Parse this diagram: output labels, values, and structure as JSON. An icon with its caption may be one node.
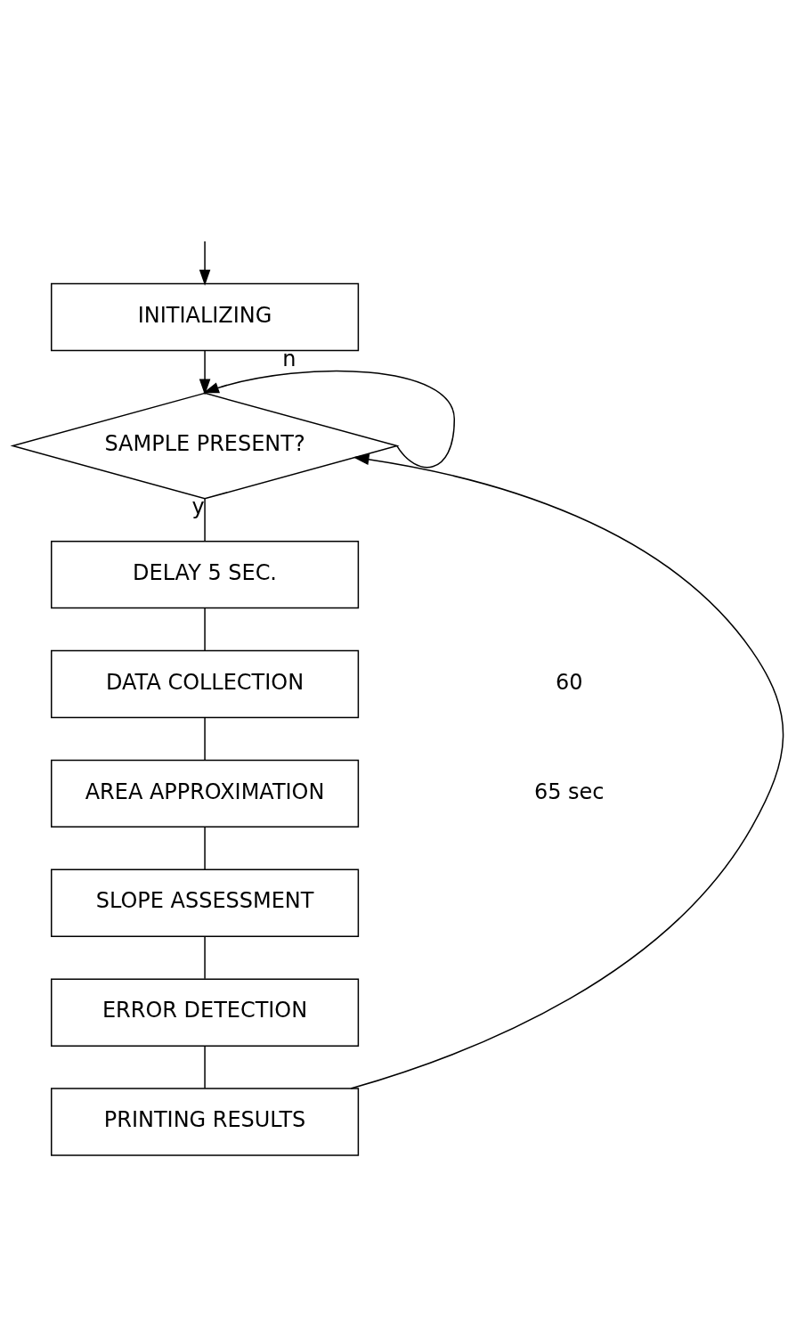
{
  "diagram": {
    "nodes": [
      {
        "text": [
          "INITIALIZING"
        ]
      },
      {
        "text": [
          "SAMPLE PRESENT?"
        ]
      },
      {
        "text": [
          "DELAY 5 SEC."
        ]
      },
      {
        "text": [
          "DATA COLLECTION"
        ]
      },
      {
        "text": [
          "AREA APPROXIMATION"
        ]
      },
      {
        "text": [
          "SLOPE ASSESSMENT"
        ]
      },
      {
        "text": [
          "ERROR DETECTION"
        ]
      },
      {
        "text": [
          "PRINTING RESULTS"
        ]
      }
    ],
    "edges": [
      {
        "from": null,
        "to": 0,
        "arrow": "to"
      },
      {
        "from": 0,
        "to": 1,
        "arrow": "to"
      },
      {
        "from": 1,
        "to": 1,
        "label": "n",
        "arrow": "to"
      },
      {
        "from": 1,
        "to": 2,
        "label": "y",
        "arrow": "none"
      },
      {
        "from": 2,
        "to": 3,
        "arrow": "none"
      },
      {
        "from": 3,
        "to": 4,
        "arrow": "none"
      },
      {
        "from": 4,
        "to": 5,
        "arrow": "none"
      },
      {
        "from": 5,
        "to": 6,
        "arrow": "none"
      },
      {
        "from": 6,
        "to": 7,
        "arrow": "none"
      },
      {
        "from": 7,
        "to": 1,
        "arrow": "to"
      }
    ],
    "labels": [
      "60",
      "65 sec"
    ]
  }
}
